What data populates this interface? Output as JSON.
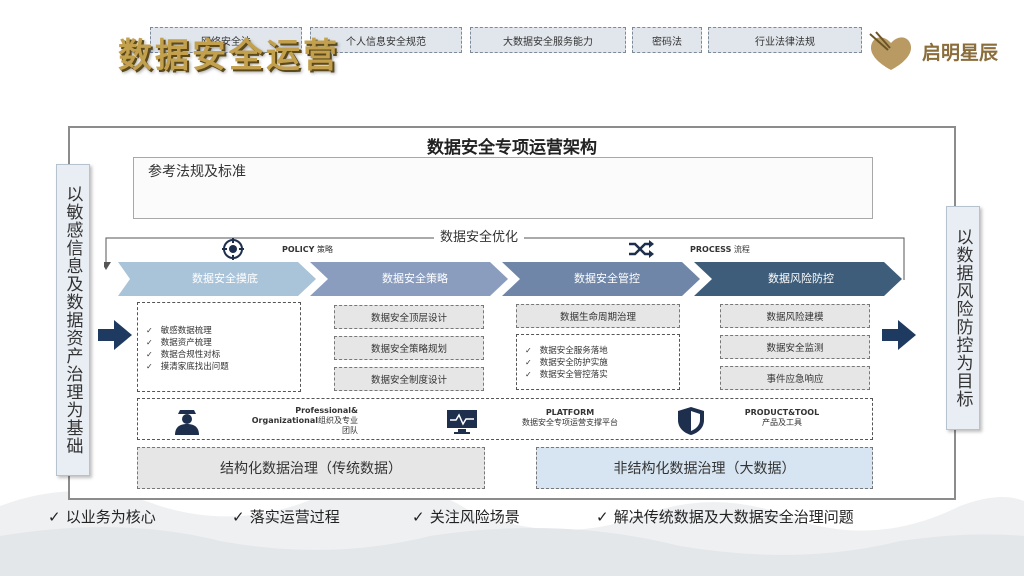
{
  "page_title": "数据安全运营",
  "logo_text": "启明星辰",
  "frame_title": "数据安全专项运营架构",
  "left_side": "以敏感信息及数据资产治理为基础",
  "right_side": "以数据风险防控为目标",
  "regs": {
    "title": "参考法规及标准",
    "items": [
      "网络安全法",
      "个人信息安全规范",
      "大数据安全服务能力",
      "密码法",
      "行业法律法规"
    ]
  },
  "optimize_label": "数据安全优化",
  "policy": {
    "en": "POLICY",
    "cn": "策略"
  },
  "process": {
    "en": "PROCESS",
    "cn": "流程"
  },
  "stages": [
    "数据安全摸底",
    "数据安全策略",
    "数据安全管控",
    "数据风险防控"
  ],
  "stage_colors": [
    "#a9c3d9",
    "#8b9dbf",
    "#6f86a8",
    "#3d5d7a"
  ],
  "panel1_items": [
    "敏感数据梳理",
    "数据资产梳理",
    "数据合规性对标",
    "摸清家底找出问题"
  ],
  "panel2_items": [
    "数据安全顶层设计",
    "数据安全策略规划",
    "数据安全制度设计"
  ],
  "panel3_top": "数据生命周期治理",
  "panel3_items": [
    "数据安全服务落地",
    "数据安全防护实施",
    "数据安全管控落实"
  ],
  "panel4_items": [
    "数据风险建模",
    "数据安全监测",
    "事件应急响应"
  ],
  "support": {
    "org_en_1": "Professional&",
    "org_en_2": "Organizational",
    "org_cn": "组织及专业团队",
    "platform_en": "PLATFORM",
    "platform_cn": "数据安全专项运营支撑平台",
    "product_en": "PRODUCT&TOOL",
    "product_cn": "产品及工具"
  },
  "governance": [
    "结构化数据治理（传统数据）",
    "非结构化数据治理（大数据）"
  ],
  "footer": [
    "以业务为核心",
    "落实运营过程",
    "关注风险场景",
    "解决传统数据及大数据安全治理问题"
  ]
}
